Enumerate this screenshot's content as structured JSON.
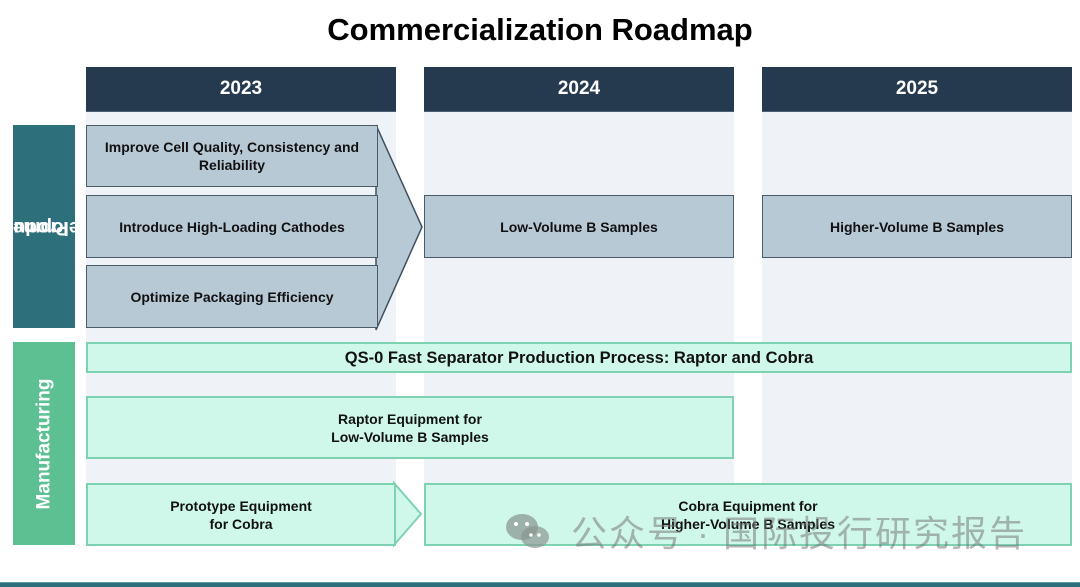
{
  "title": "Commercialization Roadmap",
  "years": [
    "2023",
    "2024",
    "2025"
  ],
  "rows": {
    "product_development": {
      "label_line1": "Product",
      "label_line2": "Development",
      "items_2023": [
        "Improve Cell Quality, Consistency and Reliability",
        "Introduce High-Loading Cathodes",
        "Optimize Packaging Efficiency"
      ],
      "item_2024": "Low-Volume B Samples",
      "item_2025": "Higher-Volume B Samples"
    },
    "manufacturing": {
      "label": "Manufacturing",
      "process_bar": "QS-0 Fast Separator Production Process: Raptor and Cobra",
      "raptor_line1": "Raptor Equipment for",
      "raptor_line2": "Low-Volume B Samples",
      "prototype_line1": "Prototype Equipment",
      "prototype_line2": "for Cobra",
      "cobra_line1": "Cobra Equipment for",
      "cobra_line2": "Higher-Volume B Samples"
    }
  },
  "watermark": {
    "icon": "wechat-icon",
    "text": "公众号 · 国际投行研究报告"
  },
  "colors": {
    "year_header": "#263a4f",
    "product_dev_label": "#2e6f7c",
    "manufacturing_label": "#5cc093",
    "product_box": "#b8c9d6",
    "manufacturing_box": "#cff8ea",
    "column_bg": "#eff3f7"
  }
}
